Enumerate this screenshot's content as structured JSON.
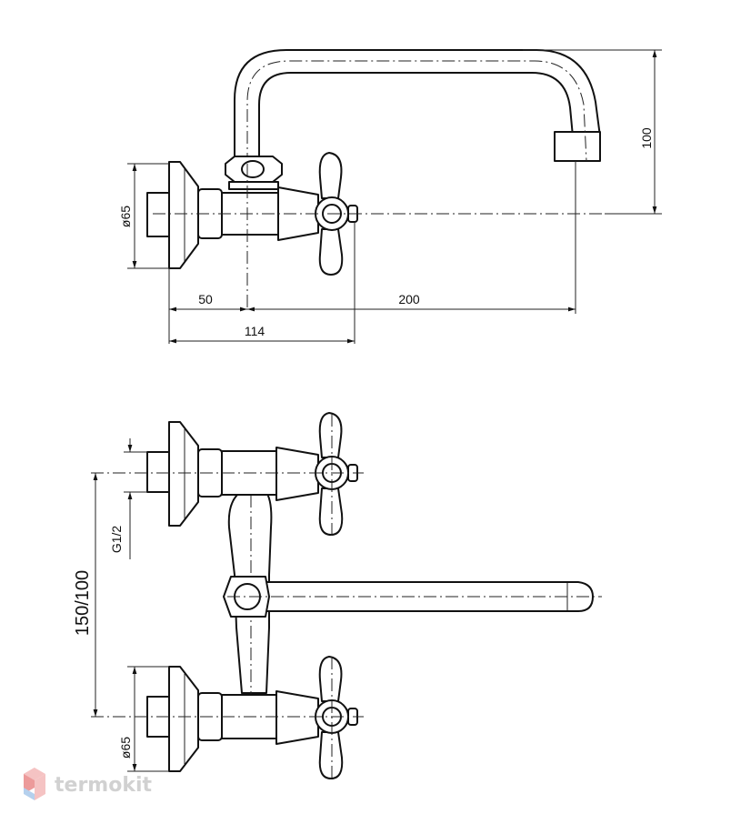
{
  "top_view": {
    "dim_diameter": "ø65",
    "dim_height": "100",
    "dim_50": "50",
    "dim_200": "200",
    "dim_114": "114"
  },
  "front_view": {
    "dim_connection": "G1/2",
    "dim_spacing": "150/100",
    "dim_diameter": "ø65"
  },
  "watermark": {
    "text": "termokit",
    "color_light": "#f4b9b9",
    "color_mid": "#e98989",
    "color_dark": "#a9c8ea"
  }
}
